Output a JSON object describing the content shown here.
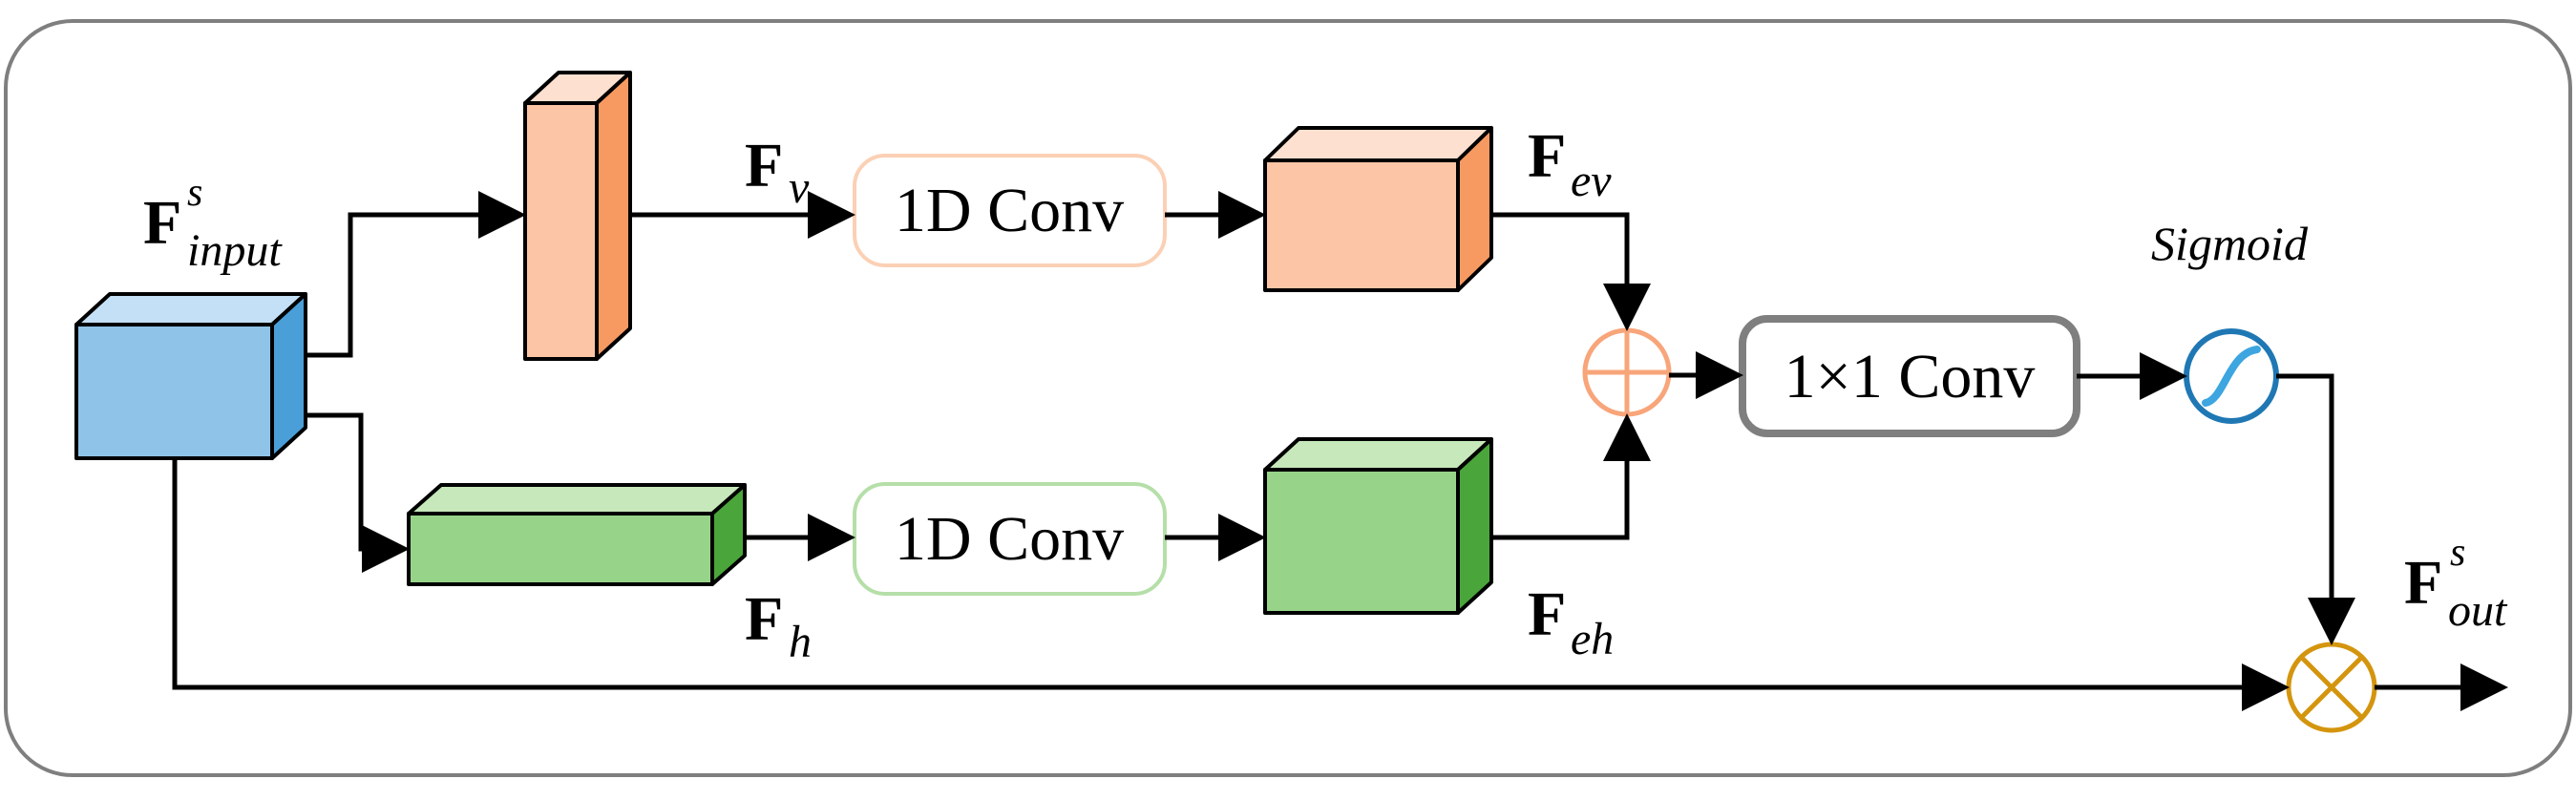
{
  "labels": {
    "f_input_main": "F",
    "f_input_sup": "s",
    "f_input_sub": "input",
    "f_v_main": "F",
    "f_v_sub": "v",
    "f_h_main": "F",
    "f_h_sub": "h",
    "f_ev_main": "F",
    "f_ev_sub": "ev",
    "f_eh_main": "F",
    "f_eh_sub": "eh",
    "f_out_main": "F",
    "f_out_sup": "s",
    "f_out_sub": "out",
    "sigmoid": "Sigmoid"
  },
  "blocks": {
    "conv_top": "1D Conv",
    "conv_bottom": "1D Conv",
    "conv_1x1": "1×1 Conv"
  },
  "colors": {
    "input_blue_front": "#8fc3e8",
    "input_blue_top": "#c4e0f6",
    "input_blue_side": "#4a9fd8",
    "orange_front": "#fbc5a6",
    "orange_top": "#fde0cf",
    "orange_side": "#f79a62",
    "green_front": "#97d489",
    "green_top": "#c6e8bb",
    "green_side": "#4aa63a",
    "conv_orange_border": "#fbd0b5",
    "conv_green_border": "#b5dfa8",
    "conv_gray_border": "#7f7f7f",
    "plus_orange": "#f8a57a",
    "sigmoid_blue": "#1f78b4",
    "times_gold": "#d4950e"
  }
}
